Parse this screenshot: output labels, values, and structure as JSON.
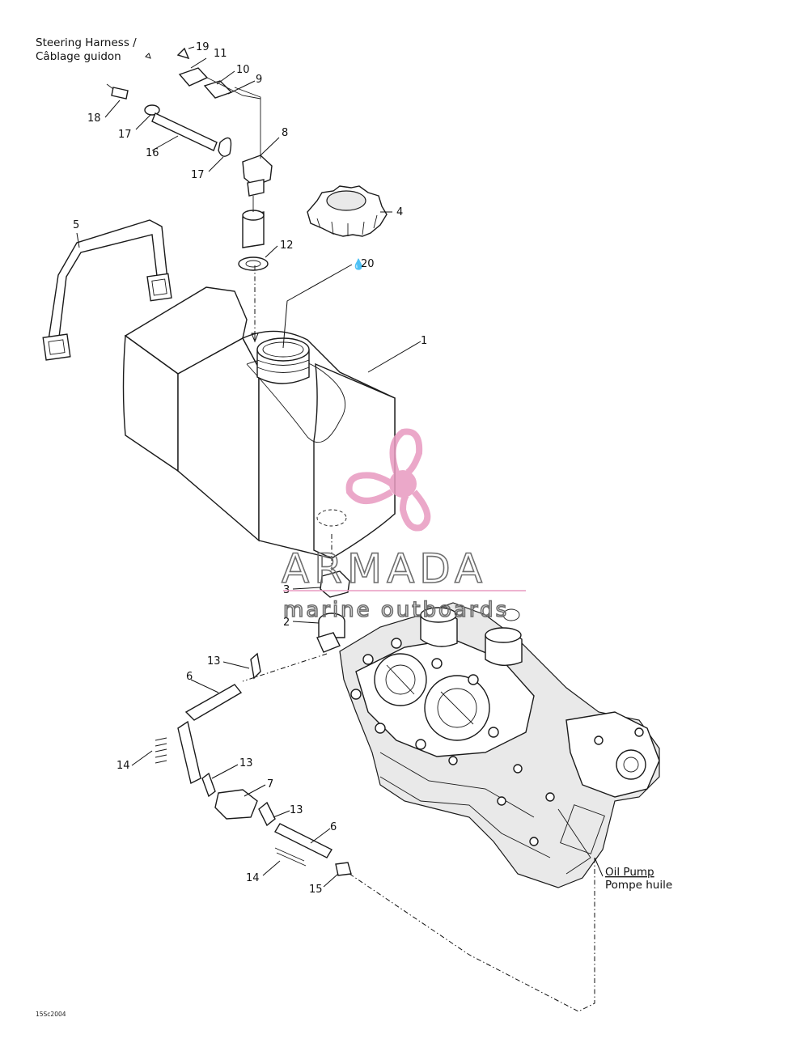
{
  "annotations": {
    "steering_harness_line1": "Steering Harness /",
    "steering_harness_line2": "Câblage guidon",
    "oil_pump_line1": "Oil Pump",
    "oil_pump_line2": "Pompe huile",
    "drawing_code": "15Sc2004"
  },
  "watermark": {
    "brand": "ARMADA",
    "tagline": "marine outboards",
    "color": "#e89ac0"
  },
  "callouts": [
    {
      "id": "c19",
      "label": "19"
    },
    {
      "id": "c11",
      "label": "11"
    },
    {
      "id": "c10",
      "label": "10"
    },
    {
      "id": "c9",
      "label": "9"
    },
    {
      "id": "c18",
      "label": "18"
    },
    {
      "id": "c17a",
      "label": "17"
    },
    {
      "id": "c16",
      "label": "16"
    },
    {
      "id": "c17b",
      "label": "17"
    },
    {
      "id": "c8",
      "label": "8"
    },
    {
      "id": "c4",
      "label": "4"
    },
    {
      "id": "c5",
      "label": "5"
    },
    {
      "id": "c12",
      "label": "12"
    },
    {
      "id": "c20",
      "label": "20"
    },
    {
      "id": "c1",
      "label": "1"
    },
    {
      "id": "c3",
      "label": "3"
    },
    {
      "id": "c2",
      "label": "2"
    },
    {
      "id": "c13a",
      "label": "13"
    },
    {
      "id": "c6a",
      "label": "6"
    },
    {
      "id": "c14a",
      "label": "14"
    },
    {
      "id": "c13b",
      "label": "13"
    },
    {
      "id": "c7",
      "label": "7"
    },
    {
      "id": "c13c",
      "label": "13"
    },
    {
      "id": "c6b",
      "label": "6"
    },
    {
      "id": "c14b",
      "label": "14"
    },
    {
      "id": "c15",
      "label": "15"
    }
  ]
}
